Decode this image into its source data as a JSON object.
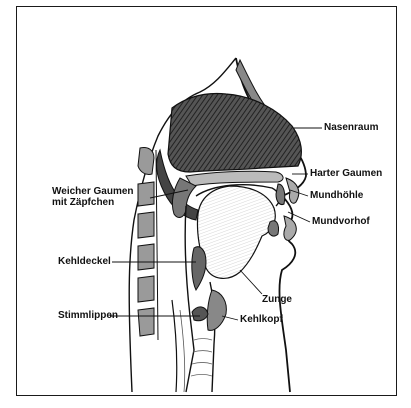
{
  "diagram": {
    "labels": {
      "nasenraum": "Nasenraum",
      "harter_gaumen": "Harter Gaumen",
      "mundhoehle": "Mundhöhle",
      "weicher_gaumen_line1": "Weicher Gaumen",
      "weicher_gaumen_line2": "mit Zäpfchen",
      "mundvorhof": "Mundvorhof",
      "kehldeckel": "Kehldeckel",
      "zunge": "Zunge",
      "stimmlippen": "Stimmlippen",
      "kehlkopf": "Kehlkopf"
    }
  }
}
